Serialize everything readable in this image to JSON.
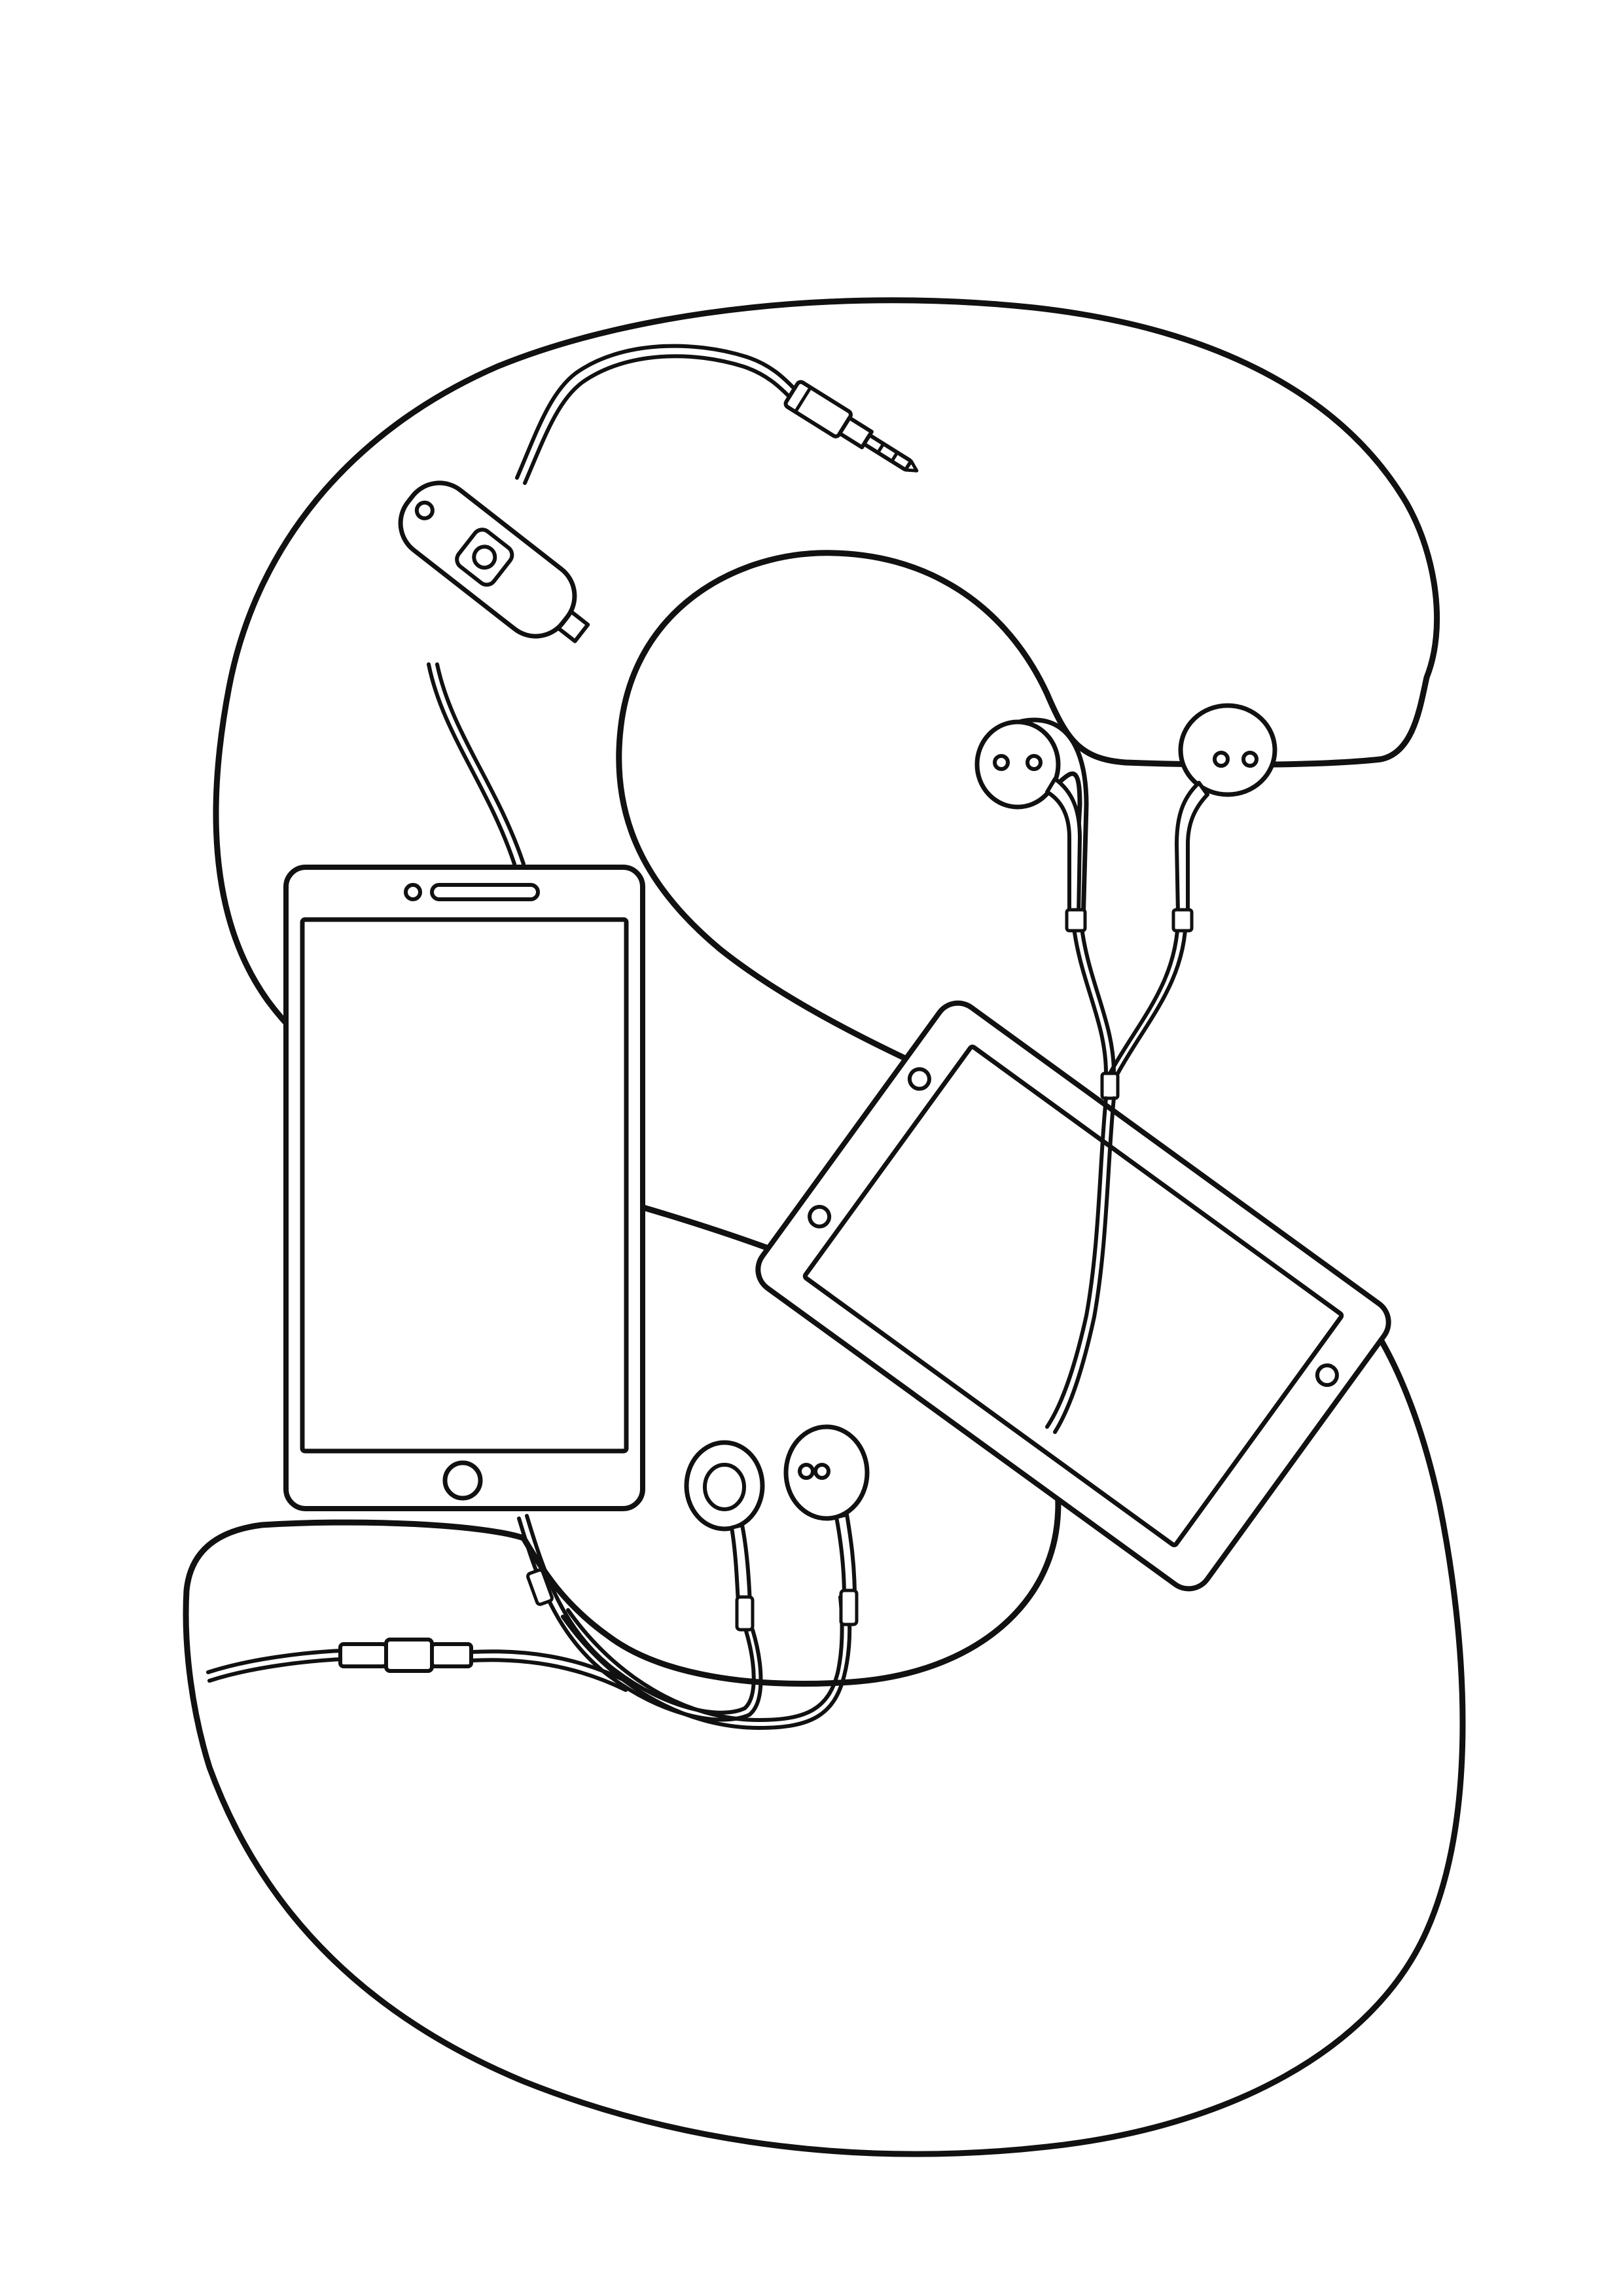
{
  "illustration": {
    "subject": "letter-s-coloring-page",
    "style": "black line art on white",
    "background_color": "#ffffff",
    "line_color": "#111111",
    "objects": [
      "letter-s-outline",
      "smartphone-icon",
      "tablet-icon",
      "earbuds-icon",
      "audio-splitter-icon",
      "headphone-jack-icon",
      "cable-connector-icon"
    ]
  }
}
